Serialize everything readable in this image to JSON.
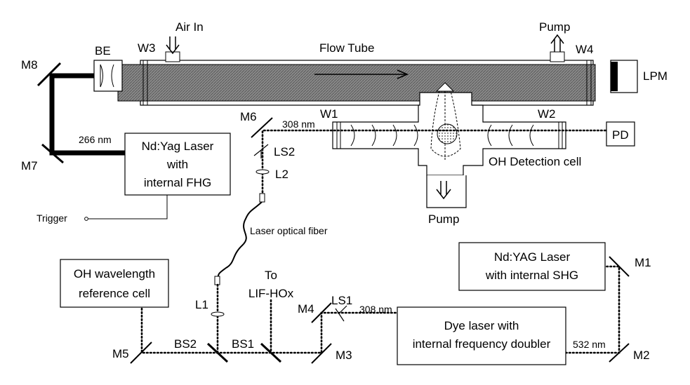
{
  "labels": {
    "air_in": "Air In",
    "flow_tube": "Flow Tube",
    "pump_top": "Pump",
    "pump_bottom": "Pump",
    "be": "BE",
    "w1": "W1",
    "w2": "W2",
    "w3": "W3",
    "w4": "W4",
    "lpm": "LPM",
    "m1": "M1",
    "m2": "M2",
    "m3": "M3",
    "m4": "M4",
    "m5": "M5",
    "m6": "M6",
    "m7": "M7",
    "m8": "M8",
    "bs1": "BS1",
    "bs2": "BS2",
    "ls1": "LS1",
    "ls2": "LS2",
    "l1": "L1",
    "l2": "L2",
    "pd": "PD",
    "oh_detection_cell": "OH Detection cell",
    "nm308_top": "308 nm",
    "nm308_bottom": "308 nm",
    "nm266": "266 nm",
    "nm532": "532 nm",
    "ndyag_fhg": [
      "Nd:Yag Laser",
      "with",
      "internal FHG"
    ],
    "trigger": "Trigger",
    "laser_fiber": "Laser optical fiber",
    "ndyag_shg": [
      "Nd:YAG Laser",
      "with internal SHG"
    ],
    "oh_reference": [
      "OH wavelength",
      "reference cell"
    ],
    "to_lif": [
      "To",
      "LIF-HOx"
    ],
    "dye_laser": [
      "Dye laser with",
      "internal frequency doubler"
    ]
  }
}
